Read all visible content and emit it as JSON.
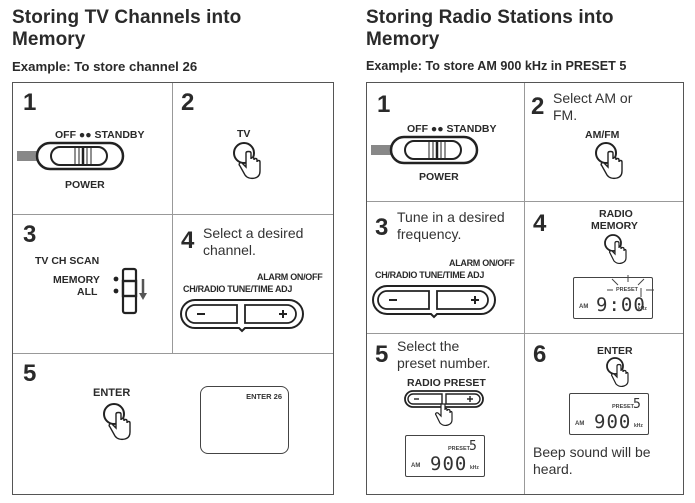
{
  "tv_section": {
    "title_line1": "Storing TV Channels into",
    "title_line2": "Memory",
    "example": "Example: To store channel 26",
    "steps": [
      {
        "num": "1",
        "text": "",
        "labels": {
          "top": "OFF ●● STANDBY",
          "bottom": "POWER"
        }
      },
      {
        "num": "2",
        "text": "",
        "button_label": "TV"
      },
      {
        "num": "3",
        "text": "",
        "labels": {
          "title": "TV CH SCAN",
          "opt1": "MEMORY",
          "opt2": "ALL"
        }
      },
      {
        "num": "4",
        "text_line1": "Select a desired",
        "text_line2": "channel.",
        "labels": {
          "alarm": "ALARM ON/OFF",
          "ch": "CH/RADIO  TUNE/TIME  ADJ",
          "minus": "−",
          "plus": "+"
        }
      },
      {
        "num": "5",
        "text": "",
        "button_label": "ENTER",
        "screen_text": "ENTER 26"
      }
    ]
  },
  "radio_section": {
    "title_line1": "Storing Radio Stations into",
    "title_line2": "Memory",
    "example": "Example: To store AM 900 kHz in PRESET 5",
    "steps": [
      {
        "num": "1",
        "labels": {
          "top": "OFF ●● STANDBY",
          "bottom": "POWER"
        }
      },
      {
        "num": "2",
        "text_line1": "Select AM or",
        "text_line2": "FM.",
        "button_label": "AM/FM"
      },
      {
        "num": "3",
        "text_line1": "Tune in a desired",
        "text_line2": "frequency.",
        "labels": {
          "alarm": "ALARM ON/OFF",
          "ch": "CH/RADIO  TUNE/TIME  ADJ",
          "minus": "−",
          "plus": "+"
        }
      },
      {
        "num": "4",
        "button_label_line1": "RADIO",
        "button_label_line2": "MEMORY",
        "lcd": {
          "band": "AM",
          "freq": "9:00",
          "unit": "kHz",
          "preset_label": "PRESET",
          "preset_num": ""
        }
      },
      {
        "num": "5",
        "text_line1": "Select the",
        "text_line2": "preset number.",
        "button_label": "RADIO PRESET",
        "lcd": {
          "band": "AM",
          "freq": "900",
          "unit": "kHz",
          "preset_label": "PRESET",
          "preset_num": "5"
        }
      },
      {
        "num": "6",
        "button_label": "ENTER",
        "lcd": {
          "band": "AM",
          "freq": "900",
          "unit": "kHz",
          "preset_label": "PRESET",
          "preset_num": "5"
        },
        "text_line1": "Beep sound will be",
        "text_line2": "heard."
      }
    ]
  }
}
